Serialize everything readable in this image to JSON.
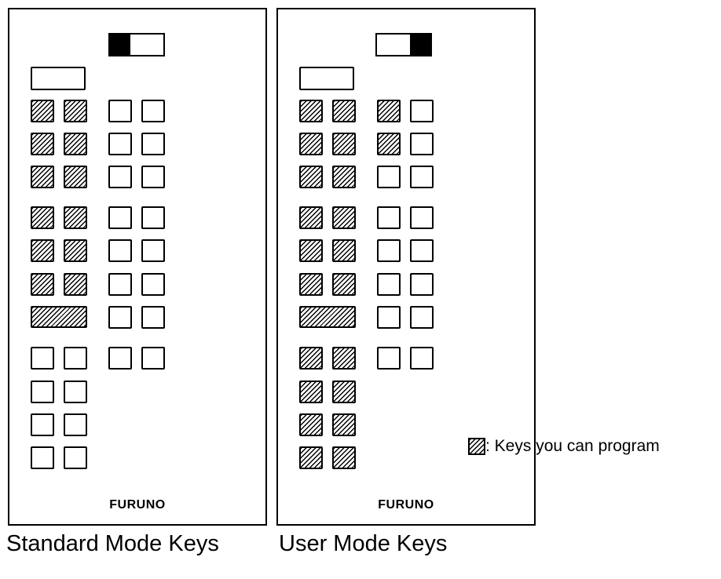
{
  "panels": [
    {
      "id": "standard",
      "brand": "FURUNO",
      "caption": "Standard Mode Keys",
      "switch_side": "left",
      "programmable": {
        "main_left": [
          true,
          true,
          true,
          true,
          true,
          true
        ],
        "wide_key": true,
        "main_right": [
          false,
          false,
          false,
          false,
          false,
          false,
          false,
          false
        ],
        "lower_left": [
          false,
          false,
          false,
          false
        ]
      }
    },
    {
      "id": "user",
      "brand": "FURUNO",
      "caption": "User Mode Keys",
      "switch_side": "right",
      "programmable": {
        "main_left": [
          true,
          true,
          true,
          true,
          true,
          true
        ],
        "wide_key": true,
        "main_right": [
          true,
          true,
          false,
          false,
          false,
          false,
          false,
          false
        ],
        "lower_left": [
          true,
          true,
          true,
          true
        ]
      }
    }
  ],
  "legend": {
    "label": ": Keys you can program",
    "swatch_icon": "hatched-key-icon"
  },
  "colors": {
    "line": "#000000",
    "background": "#ffffff"
  }
}
